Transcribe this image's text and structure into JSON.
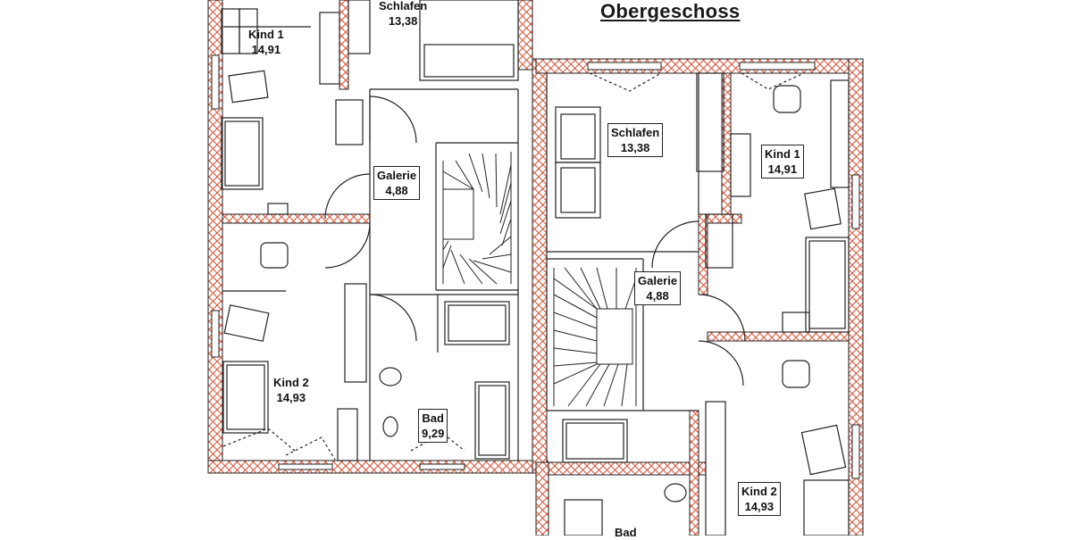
{
  "title": "Obergeschoss",
  "rooms": [
    {
      "name": "Kind 1",
      "area": "14,91"
    },
    {
      "name": "Schlafen",
      "area": "13,38"
    },
    {
      "name": "Galerie",
      "area": "4,88"
    },
    {
      "name": "Kind 2",
      "area": "14,93"
    },
    {
      "name": "Bad",
      "area": "9,29"
    },
    {
      "name": "Schlafen",
      "area": "13,38"
    },
    {
      "name": "Kind 1",
      "area": "14,91"
    },
    {
      "name": "Galerie",
      "area": "4,88"
    },
    {
      "name": "Kind 2",
      "area": "14,93"
    },
    {
      "name": "Bad",
      "area": ""
    }
  ],
  "colors": {
    "wall_fill": "#ffffff",
    "wall_hatch": "#d9573c",
    "line": "#222222"
  }
}
